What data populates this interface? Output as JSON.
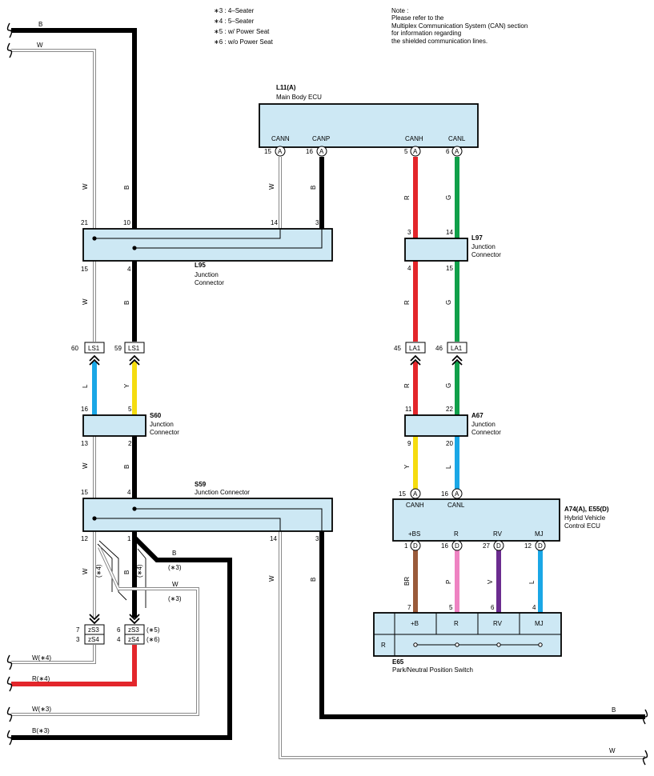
{
  "legend": {
    "items": [
      "∗3 : 4–Seater",
      "∗4 : 5–Seater",
      "∗5 : w/ Power Seat",
      "∗6 : w/o Power Seat"
    ]
  },
  "note": {
    "lines": [
      "Note :",
      "Please refer to the",
      "Multiplex Communication System (CAN) section",
      "for information regarding",
      "the shielded communication lines."
    ]
  },
  "components": {
    "l11": {
      "code": "L11(A)",
      "name": "Main Body ECU",
      "pins": [
        "CANN",
        "CANP",
        "CANH",
        "CANL"
      ],
      "pin_numbers": [
        "15",
        "16",
        "5",
        "6"
      ],
      "connector_letter": "A"
    },
    "l95": {
      "code": "L95",
      "name_lines": [
        "Junction",
        "Connector"
      ],
      "top_pins": [
        "21",
        "10",
        "14",
        "3"
      ],
      "bottom_pins": [
        "15",
        "4"
      ]
    },
    "l97": {
      "code": "L97",
      "name_lines": [
        "Junction",
        "Connector"
      ],
      "top_pins": [
        "3",
        "14"
      ],
      "bottom_pins": [
        "4",
        "15"
      ]
    },
    "s60": {
      "code": "S60",
      "name_lines": [
        "Junction",
        "Connector"
      ],
      "top_pins": [
        "16",
        "5"
      ],
      "bottom_pins": [
        "13",
        "2"
      ]
    },
    "a67": {
      "code": "A67",
      "name_lines": [
        "Junction",
        "Connector"
      ],
      "top_pins": [
        "11",
        "22"
      ],
      "bottom_pins": [
        "9",
        "20"
      ]
    },
    "s59": {
      "code": "S59",
      "name": "Junction Connector",
      "top_pins": [
        "15",
        "4"
      ],
      "bottom_pins": [
        "12",
        "1",
        "14",
        "3"
      ]
    },
    "hv_ecu": {
      "code": "A74(A), E55(D)",
      "name_lines": [
        "Hybrid Vehicle",
        "Control ECU"
      ],
      "top_pins": [
        "CANH",
        "CANL"
      ],
      "top_pin_numbers": [
        "15",
        "16"
      ],
      "top_letter": "A",
      "bottom_pins": [
        "+BS",
        "R",
        "RV",
        "MJ"
      ],
      "bottom_pin_numbers": [
        "1",
        "16",
        "27",
        "12"
      ],
      "bottom_letter": "D"
    },
    "e65": {
      "code": "E65",
      "name": "Park/Neutral Position Switch",
      "cols": [
        "+B",
        "R",
        "RV",
        "MJ"
      ],
      "row_label": "R",
      "pins": [
        "7",
        "5",
        "6",
        "4"
      ]
    }
  },
  "connectors": {
    "ls1_a": {
      "id": "LS1",
      "pin": "60"
    },
    "ls1_b": {
      "id": "LS1",
      "pin": "59"
    },
    "la1_a": {
      "id": "LA1",
      "pin": "45"
    },
    "la1_b": {
      "id": "LA1",
      "pin": "46"
    },
    "zs3_a": {
      "id": "zS3",
      "pin": "7"
    },
    "zs4_a": {
      "id": "zS4",
      "pin": "3"
    },
    "zs3_b": {
      "id": "zS3",
      "pin": "6",
      "note": "(∗5)"
    },
    "zs4_b": {
      "id": "zS4",
      "pin": "4",
      "note": "(∗6)"
    }
  },
  "wire_labels": {
    "top_B": "B",
    "top_W": "W",
    "w_l95_in": "W",
    "b_l95_in": "B",
    "w_canN": "W",
    "b_canP": "B",
    "r_canH": "R",
    "g_canL": "G",
    "w_l95_out": "W",
    "b_l95_out": "B",
    "r_l97_out": "R",
    "g_l97_out": "G",
    "l_ls1": "L",
    "y_ls1": "Y",
    "r_la1": "R",
    "g_la1": "G",
    "w_s60_out": "W",
    "b_s60_out": "B",
    "y_a67_out": "Y",
    "l_a67_out": "L",
    "w_s59_12": "W",
    "b_s59_1": "B",
    "note_4a": "(∗4)",
    "note_4b": "(∗4)",
    "b_branch": "B",
    "note_3a": "(∗3)",
    "w_branch": "W",
    "note_3b": "(∗3)",
    "w_s59_14": "W",
    "b_s59_3": "B",
    "br": "BR",
    "p": "P",
    "v": "V",
    "l": "L",
    "out_w4": "W(∗4)",
    "out_r4": "R(∗4)",
    "out_w3": "W(∗3)",
    "out_b3": "B(∗3)",
    "right_B": "B",
    "right_W": "W"
  },
  "colors": {
    "box_fill": "#cde8f4",
    "red": "#e3262b",
    "green": "#10a04a",
    "yellow": "#f5dc0f",
    "blue": "#1aa7e6",
    "brown": "#9a5a3a",
    "pink": "#ee83c2",
    "violet": "#6b2c8f",
    "black": "#000000",
    "white_wire": "#8a8a8a"
  },
  "icons": [
    "wire-break-icon",
    "connector-chevron-icon",
    "connector-letter-circle-icon",
    "splice-dot-icon"
  ]
}
